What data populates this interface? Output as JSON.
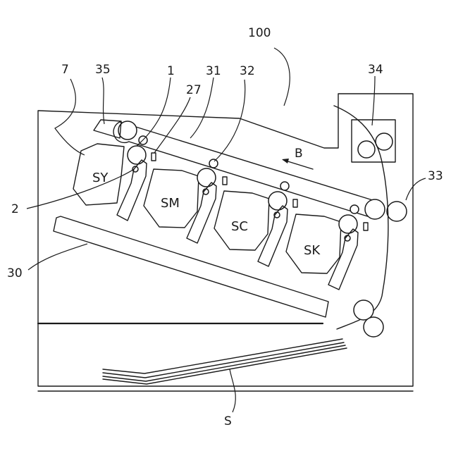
{
  "labels": {
    "printer": "100",
    "cartridge_lever": "7",
    "cleaner": "35",
    "photoconductor": "1",
    "exposure": "27",
    "belt": "31",
    "primary_transfer": "32",
    "fixing": "34",
    "secondary_transfer": "33",
    "charger": "2",
    "tray": "30",
    "sheets": "S",
    "belt_direction": "B"
  },
  "units": {
    "yellow": "SY",
    "magenta": "SM",
    "cyan": "SC",
    "black": "SK"
  }
}
